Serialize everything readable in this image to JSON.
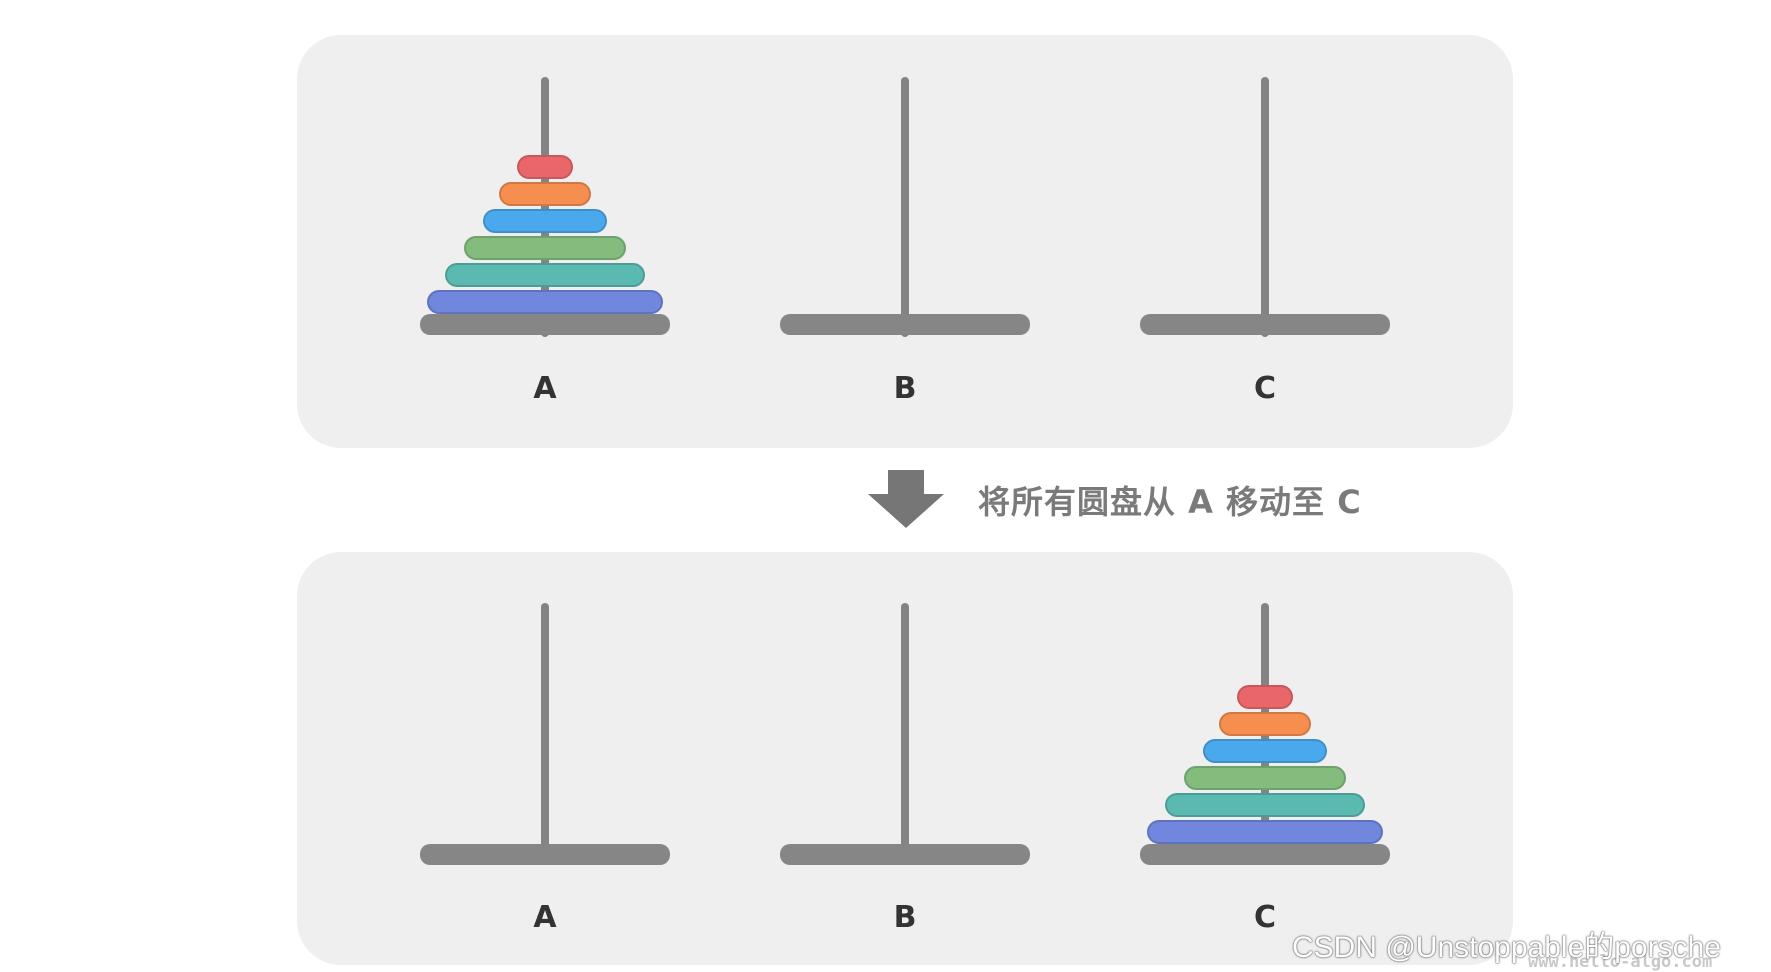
{
  "diagram": {
    "before": {
      "pegs": [
        {
          "label": "A",
          "disks": 6
        },
        {
          "label": "B",
          "disks": 0
        },
        {
          "label": "C",
          "disks": 0
        }
      ]
    },
    "arrow": {
      "icon": "down-arrow-icon",
      "caption": "将所有圆盘从 A 移动至 C"
    },
    "after": {
      "pegs": [
        {
          "label": "A",
          "disks": 0
        },
        {
          "label": "B",
          "disks": 0
        },
        {
          "label": "C",
          "disks": 6
        }
      ]
    },
    "disk_colors": [
      "#e9676b",
      "#f58e4f",
      "#4aa8ec",
      "#84bc7e",
      "#5ab9b0",
      "#7186dd"
    ]
  },
  "watermark": "CSDN @Unstoppable的porsche",
  "site_mark": "www.hello-algo.com"
}
